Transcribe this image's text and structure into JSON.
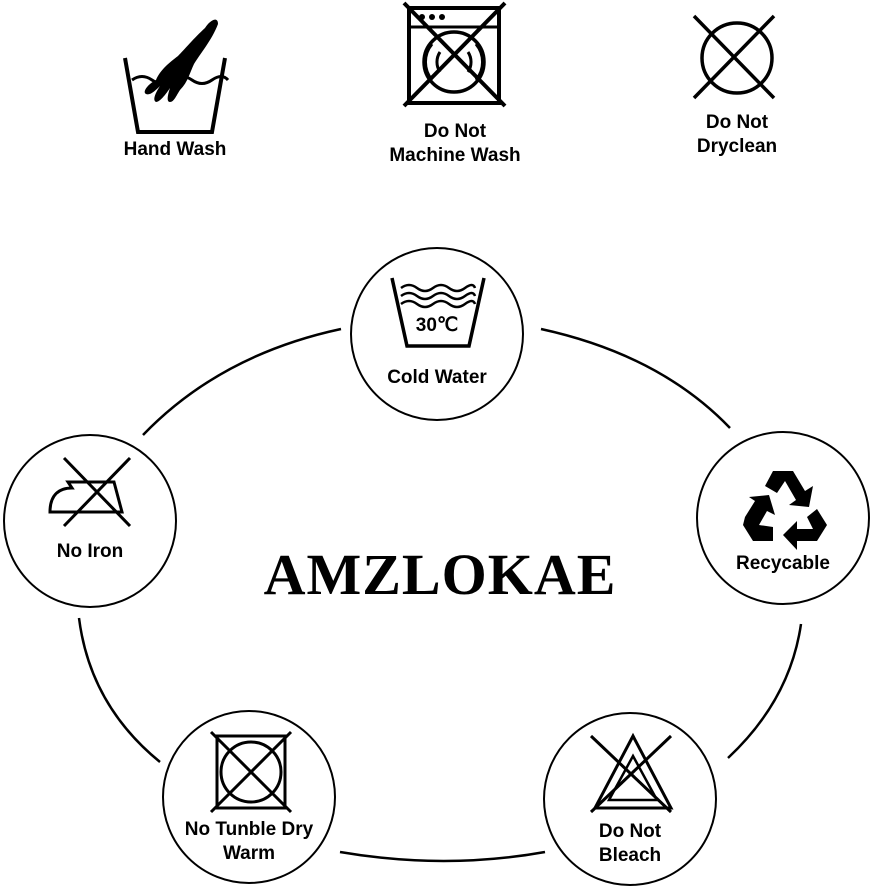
{
  "brand": "AMZLOKAE",
  "top_icons": [
    {
      "id": "hand-wash",
      "label_lines": [
        "Hand Wash"
      ],
      "icon": "hand-wash-tub-icon"
    },
    {
      "id": "do-not-machine-wash",
      "label_lines": [
        "Do Not",
        "Machine Wash"
      ],
      "icon": "crossed-washing-machine-icon"
    },
    {
      "id": "do-not-dryclean",
      "label_lines": [
        "Do Not",
        "Dryclean"
      ],
      "icon": "crossed-circle-icon"
    }
  ],
  "ring_icons": [
    {
      "id": "cold-water",
      "label_lines": [
        "Cold Water"
      ],
      "icon": "wash-tub-30c-icon",
      "temp": "30℃"
    },
    {
      "id": "recycable",
      "label_lines": [
        "Recycable"
      ],
      "icon": "recycle-icon"
    },
    {
      "id": "do-not-bleach",
      "label_lines": [
        "Do Not",
        "Bleach"
      ],
      "icon": "crossed-triangle-icon"
    },
    {
      "id": "no-tumble-dry",
      "label_lines": [
        "No Tunble Dry",
        "Warm"
      ],
      "icon": "crossed-tumble-dry-icon"
    },
    {
      "id": "no-iron",
      "label_lines": [
        "No Iron"
      ],
      "icon": "crossed-iron-icon"
    }
  ],
  "colors": {
    "ink": "#000000",
    "background": "#ffffff"
  }
}
